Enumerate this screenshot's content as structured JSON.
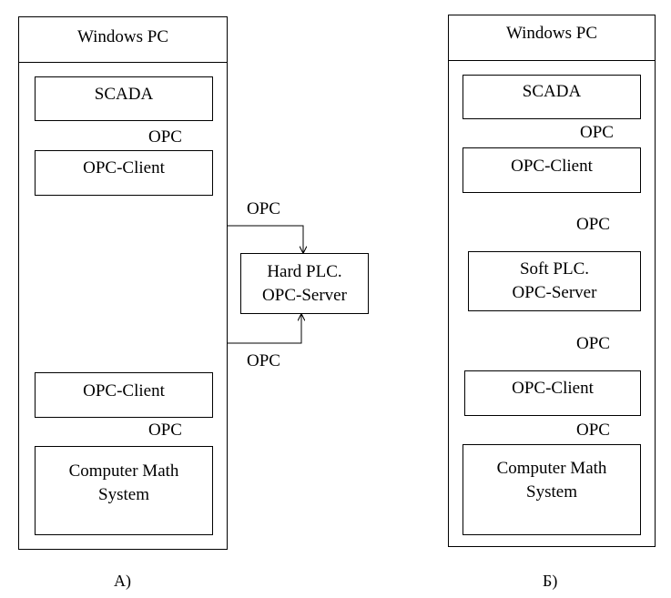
{
  "panel_a": {
    "container_title": "Windows PC",
    "scada": "SCADA",
    "opc_client_top": "OPC-Client",
    "opc_client_bottom": "OPC-Client",
    "math_system": "Computer Math\nSystem",
    "caption": "А)"
  },
  "hard_plc": "Hard PLC.\nOPC-Server",
  "panel_b": {
    "container_title": "Windows PC",
    "scada": "SCADA",
    "opc_client_top": "OPC-Client",
    "soft_plc": "Soft PLC.\nOPC-Server",
    "opc_client_bottom": "OPC-Client",
    "math_system": "Computer Math\nSystem",
    "caption": "Б)"
  },
  "edge_labels": {
    "a_scada_client": "OPC",
    "a_client_plc": "OPC",
    "a_plc_client": "OPC",
    "a_client_math": "OPC",
    "b_scada_client": "OPC",
    "b_client_softplc": "OPC",
    "b_softplc_client": "OPC",
    "b_client_math": "OPC"
  }
}
